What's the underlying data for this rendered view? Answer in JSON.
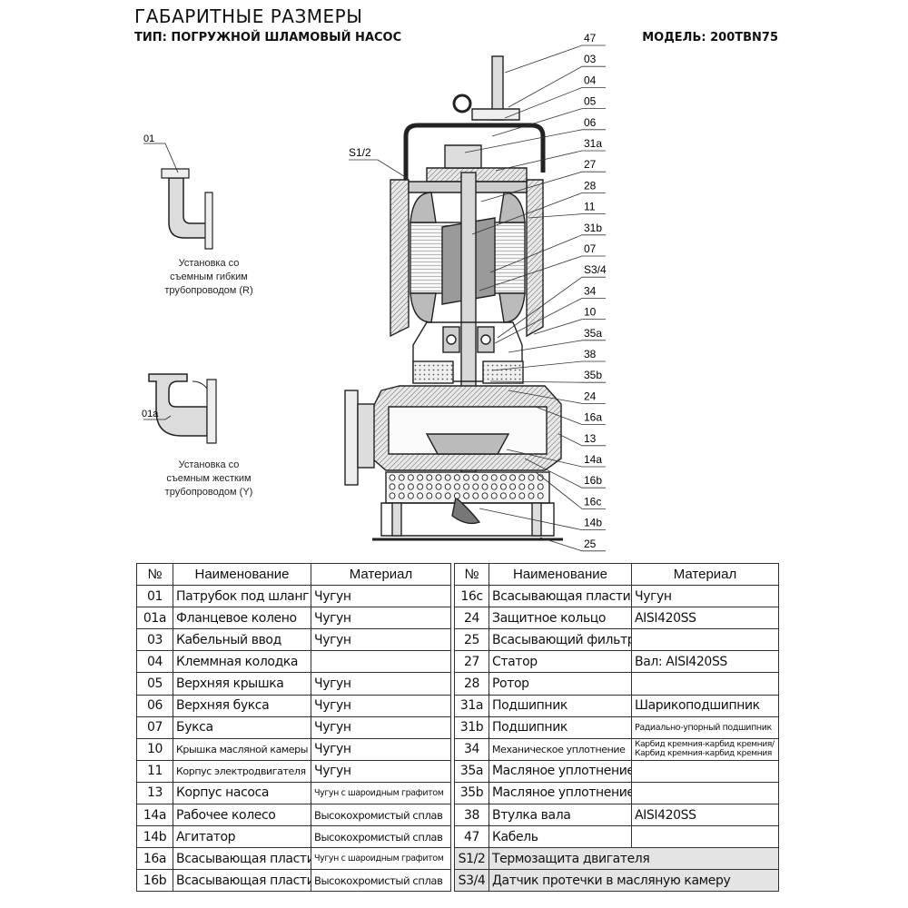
{
  "header": {
    "title": "ГАБАРИТНЫЕ РАЗМЕРЫ",
    "subtitle": "ТИП: ПОГРУЖНОЙ ШЛАМОВЫЙ НАСОС",
    "model": "МОДЕЛЬ: 200TBN75"
  },
  "drawing": {
    "variant_r_tag": "01",
    "variant_r_caption": [
      "Установка со",
      "съемным гибким",
      "трубопроводом (R)"
    ],
    "variant_y_tag": "01a",
    "variant_y_caption": [
      "Установка со",
      "съемным жестким",
      "трубопроводом (Y)"
    ],
    "left_callouts": [
      "S1/2"
    ],
    "right_callouts": [
      "47",
      "03",
      "04",
      "05",
      "06",
      "31a",
      "27",
      "28",
      "11",
      "31b",
      "07",
      "S3/4",
      "34",
      "10",
      "35a",
      "38",
      "35b",
      "24",
      "16a",
      "13",
      "14a",
      "16b",
      "16c",
      "14b",
      "25"
    ]
  },
  "table_left": {
    "headers": [
      "№",
      "Наименование",
      "Материал"
    ],
    "rows": [
      {
        "no": "01",
        "name": "Патрубок под шланг",
        "material": "Чугун"
      },
      {
        "no": "01a",
        "name": "Фланцевое колено",
        "material": "Чугун"
      },
      {
        "no": "03",
        "name": "Кабельный ввод",
        "material": "Чугун"
      },
      {
        "no": "04",
        "name": "Клеммная колодка",
        "material": ""
      },
      {
        "no": "05",
        "name": "Верхняя крышка",
        "material": "Чугун"
      },
      {
        "no": "06",
        "name": "Верхняя букса",
        "material": "Чугун"
      },
      {
        "no": "07",
        "name": "Букса",
        "material": "Чугун"
      },
      {
        "no": "10",
        "name": "Крышка масляной камеры",
        "material": "Чугун"
      },
      {
        "no": "11",
        "name": "Корпус электродвигателя",
        "material": "Чугун"
      },
      {
        "no": "13",
        "name": "Корпус насоса",
        "material": "Чугун с шароидным графитом"
      },
      {
        "no": "14a",
        "name": "Рабочее колесо",
        "material": "Высокохромистый сплав"
      },
      {
        "no": "14b",
        "name": "Агитатор",
        "material": "Высокохромистый сплав"
      },
      {
        "no": "16a",
        "name": "Всасывающая пластина",
        "material": "Чугун с шароидным графитом"
      },
      {
        "no": "16b",
        "name": "Всасывающая пластина",
        "material": "Высокохромистый сплав"
      }
    ]
  },
  "table_right": {
    "headers": [
      "№",
      "Наименование",
      "Материал"
    ],
    "rows": [
      {
        "no": "16c",
        "name": "Всасывающая пластина",
        "material": "Чугун"
      },
      {
        "no": "24",
        "name": "Защитное кольцо",
        "material": "AISI420SS"
      },
      {
        "no": "25",
        "name": "Всасывающий фильтр",
        "material": ""
      },
      {
        "no": "27",
        "name": "Статор",
        "material": "Вал: AISI420SS"
      },
      {
        "no": "28",
        "name": "Ротор",
        "material": ""
      },
      {
        "no": "31a",
        "name": "Подшипник",
        "material": "Шарикоподшипник"
      },
      {
        "no": "31b",
        "name": "Подшипник",
        "material": "Радиально-упорный подшипник"
      },
      {
        "no": "34",
        "name": "Механическое уплотнение",
        "material": "Карбид кремния-карбид кремния/ Карбид кремния-карбид кремния"
      },
      {
        "no": "35a",
        "name": "Масляное уплотнение",
        "material": ""
      },
      {
        "no": "35b",
        "name": "Масляное уплотнение",
        "material": ""
      },
      {
        "no": "38",
        "name": "Втулка вала",
        "material": "AISI420SS"
      },
      {
        "no": "47",
        "name": "Кабель",
        "material": ""
      },
      {
        "no": "S1/2",
        "name": "Термозащита двигателя",
        "material": ""
      },
      {
        "no": "S3/4",
        "name": "Датчик протечки в масляную камеру",
        "material": ""
      }
    ]
  }
}
